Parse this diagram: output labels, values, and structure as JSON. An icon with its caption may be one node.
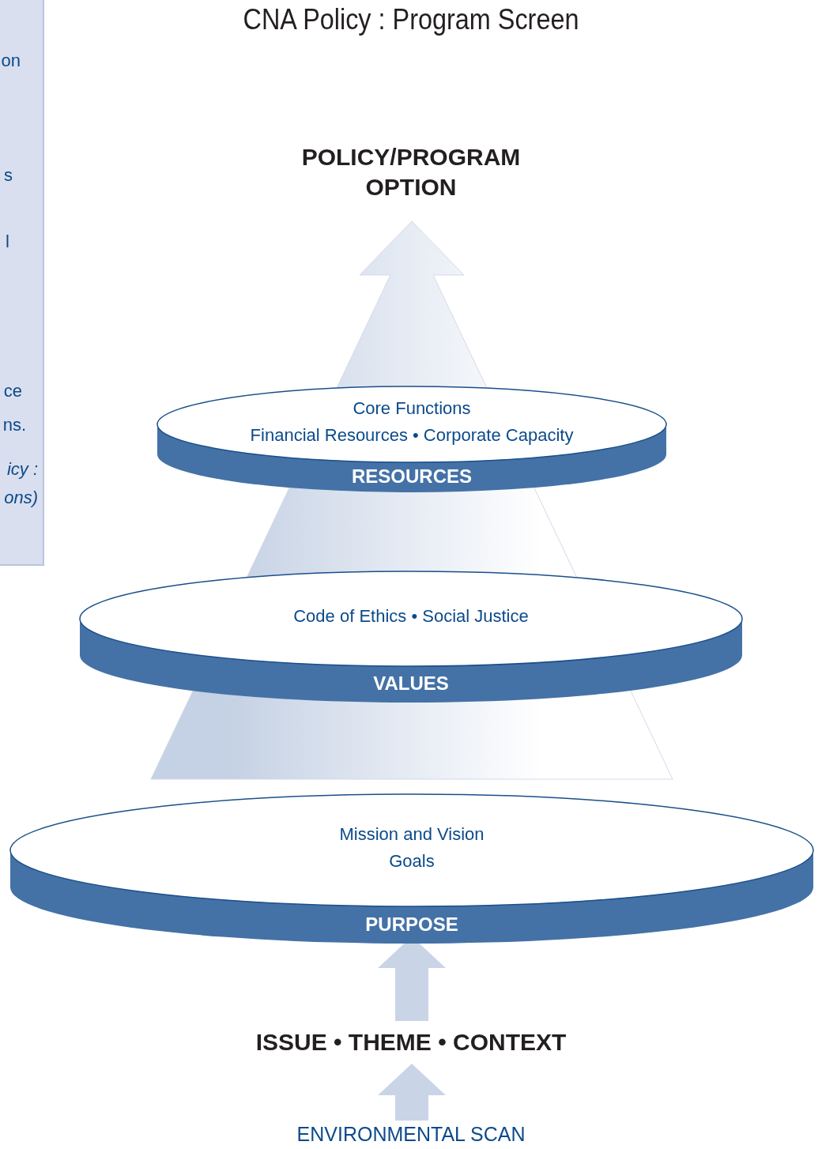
{
  "diagram": {
    "title": "CNA Policy : Program Screen",
    "nodes": [
      {
        "text": [
          "POLICY/PROGRAM OPTION"
        ]
      },
      {
        "text": [
          "Core Functions",
          "Financial Resources • Corporate Capacity",
          "RESOURCES"
        ]
      },
      {
        "text": [
          "Code of Ethics • Social Justice",
          "VALUES"
        ]
      },
      {
        "text": [
          "Mission and Vision",
          "Goals",
          "PURPOSE"
        ]
      },
      {
        "text": [
          "ISSUE • THEME • CONTEXT"
        ]
      },
      {
        "text": [
          "ENVIRONMENTAL SCAN"
        ]
      }
    ],
    "edges": [
      {
        "from": 5,
        "to": 4,
        "arrow": "to"
      },
      {
        "from": 4,
        "to": 3,
        "arrow": "to"
      },
      {
        "from": 3,
        "to": 0,
        "arrow": "to"
      }
    ],
    "labels": [
      "on",
      "s",
      "l",
      "ce",
      "ns.",
      "icy :",
      "ons)"
    ]
  }
}
